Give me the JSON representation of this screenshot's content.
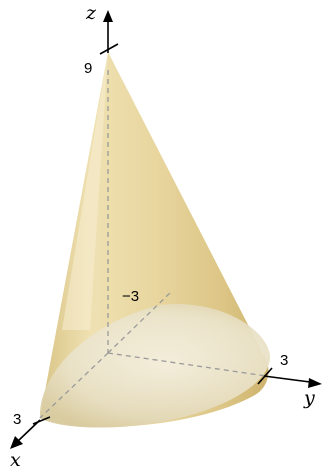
{
  "figure": {
    "axes": {
      "x_label": "x",
      "y_label": "y",
      "z_label": "z"
    },
    "ticks": {
      "z_tick": "9",
      "y_tick": "3",
      "x_tick": "3",
      "neg_tick": "−3"
    },
    "colors": {
      "surface_light": "#f4eacb",
      "surface_mid": "#e6d39a",
      "surface_dark": "#d5bd78",
      "base": "#ece6d0",
      "dashed_axis": "#9a9a9a",
      "axis": "#000000"
    }
  }
}
